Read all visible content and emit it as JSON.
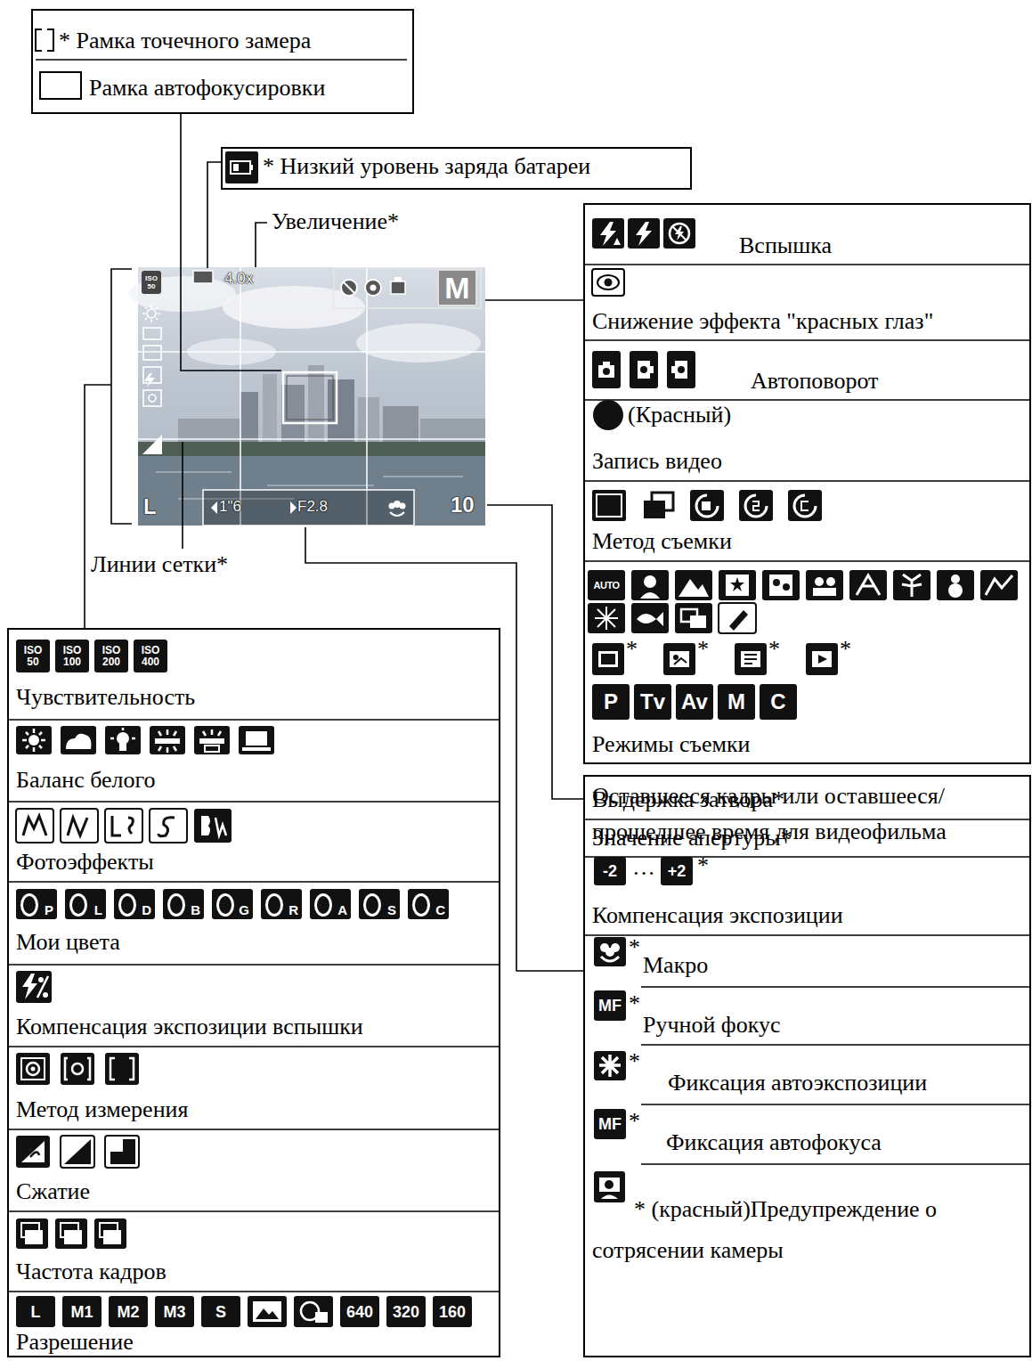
{
  "diagram": {
    "nodes": [
      {
        "text": [
          "* Рамка точечного замера",
          "Рамка автофокусировки"
        ]
      },
      {
        "text": [
          "* Низкий уровень заряда батареи"
        ]
      },
      {
        "text": [
          "Вспышка",
          "Снижение эффекта \"красных глаз\"",
          "Автоповорот",
          "(Красный)",
          "Запись видео",
          "Метод съемки",
          "*",
          "*",
          "*",
          "*",
          "Режимы съемки"
        ]
      },
      {
        "text": [
          "Выдержка затвора*",
          "Значение апертуры*",
          "···",
          "*",
          "Компенсация экспозиции",
          "*",
          "Макро",
          "*",
          "Ручной фокус",
          "*",
          "Фиксация автоэкспозиции",
          "*",
          "Фиксация автофокуса",
          "* (красный)Предупреждение о сотрясении камеры"
        ]
      },
      {
        "text": [
          "Чувствительность",
          "Баланс белого",
          "Фотоэффекты",
          "Мои цвета",
          "Компенсация экспозиции вспышки",
          "Метод измерения",
          "Сжатие",
          "Частота кадров",
          "Разрешение"
        ]
      }
    ],
    "labels": [
      "Увеличение*",
      "Линии сетки*",
      "Оставшееся кадры или оставшееся/ прошедшее время для видеофильма",
      "ISO 50",
      "ISO 100",
      "ISO 200",
      "ISO 400",
      "P",
      "L",
      "D",
      "B",
      "G",
      "R",
      "A",
      "S",
      "C",
      "L",
      "M1",
      "M2",
      "M3",
      "S",
      "640",
      "320",
      "160",
      "AUTO",
      "P",
      "Tv",
      "Av",
      "M",
      "C",
      "-2",
      "+2",
      "MF",
      "MF",
      "4.0x",
      "1\"6",
      "F2.8",
      "10",
      "L",
      "M",
      "ISO 50"
    ]
  }
}
